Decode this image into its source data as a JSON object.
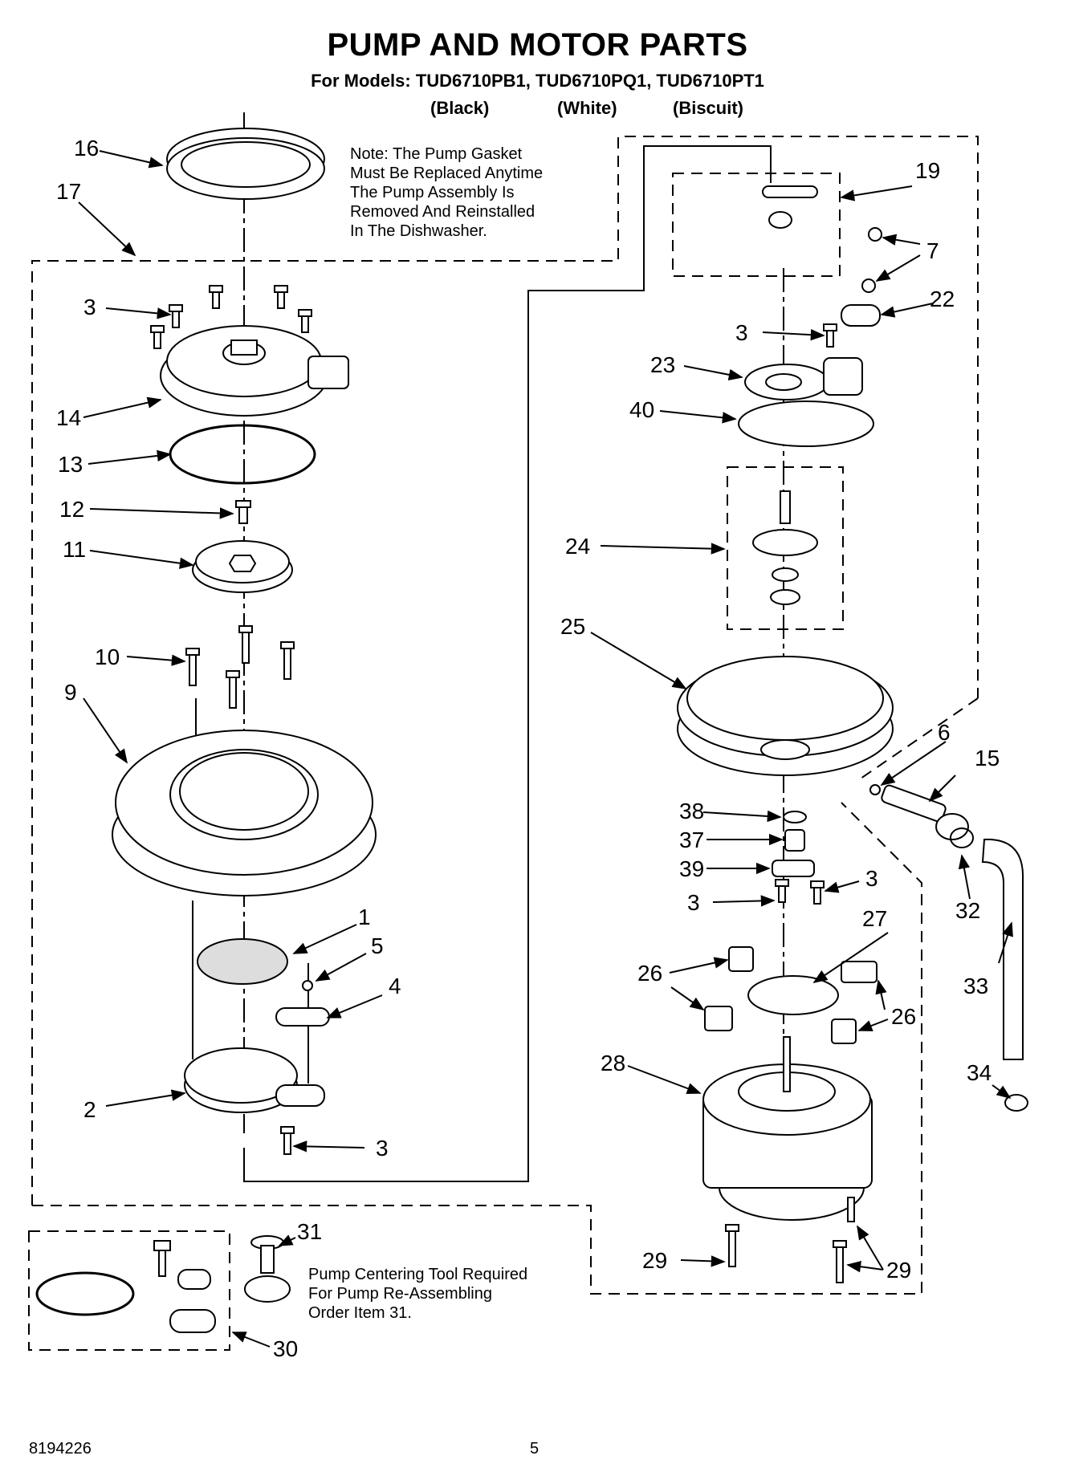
{
  "header": {
    "title": "PUMP AND MOTOR PARTS",
    "subtitle": "For Models: TUD6710PB1, TUD6710PQ1, TUD6710PT1",
    "colors": [
      "(Black)",
      "(White)",
      "(Biscuit)"
    ]
  },
  "notes": {
    "gasket_note": [
      "Note: The Pump Gasket",
      "Must Be Replaced Anytime",
      "The Pump Assembly Is",
      "Removed And Reinstalled",
      "In The Dishwasher."
    ],
    "tool_note": [
      "Pump Centering Tool Required",
      "For Pump Re-Assembling",
      "Order Item 31."
    ]
  },
  "callouts": {
    "c16": "16",
    "c17": "17",
    "c3a": "3",
    "c14": "14",
    "c13": "13",
    "c12": "12",
    "c11": "11",
    "c10": "10",
    "c9": "9",
    "c1": "1",
    "c5": "5",
    "c4": "4",
    "c2": "2",
    "c3b": "3",
    "c19": "19",
    "c7": "7",
    "c22": "22",
    "c3c": "3",
    "c23": "23",
    "c40": "40",
    "c24": "24",
    "c25": "25",
    "c6": "6",
    "c15": "15",
    "c38": "38",
    "c37": "37",
    "c39": "39",
    "c3d": "3",
    "c3e": "3",
    "c32": "32",
    "c27": "27",
    "c33": "33",
    "c26a": "26",
    "c26b": "26",
    "c34": "34",
    "c28": "28",
    "c29a": "29",
    "c29b": "29",
    "c31": "31",
    "c30": "30"
  },
  "footer": {
    "doc_number": "8194226",
    "page_number": "5"
  }
}
